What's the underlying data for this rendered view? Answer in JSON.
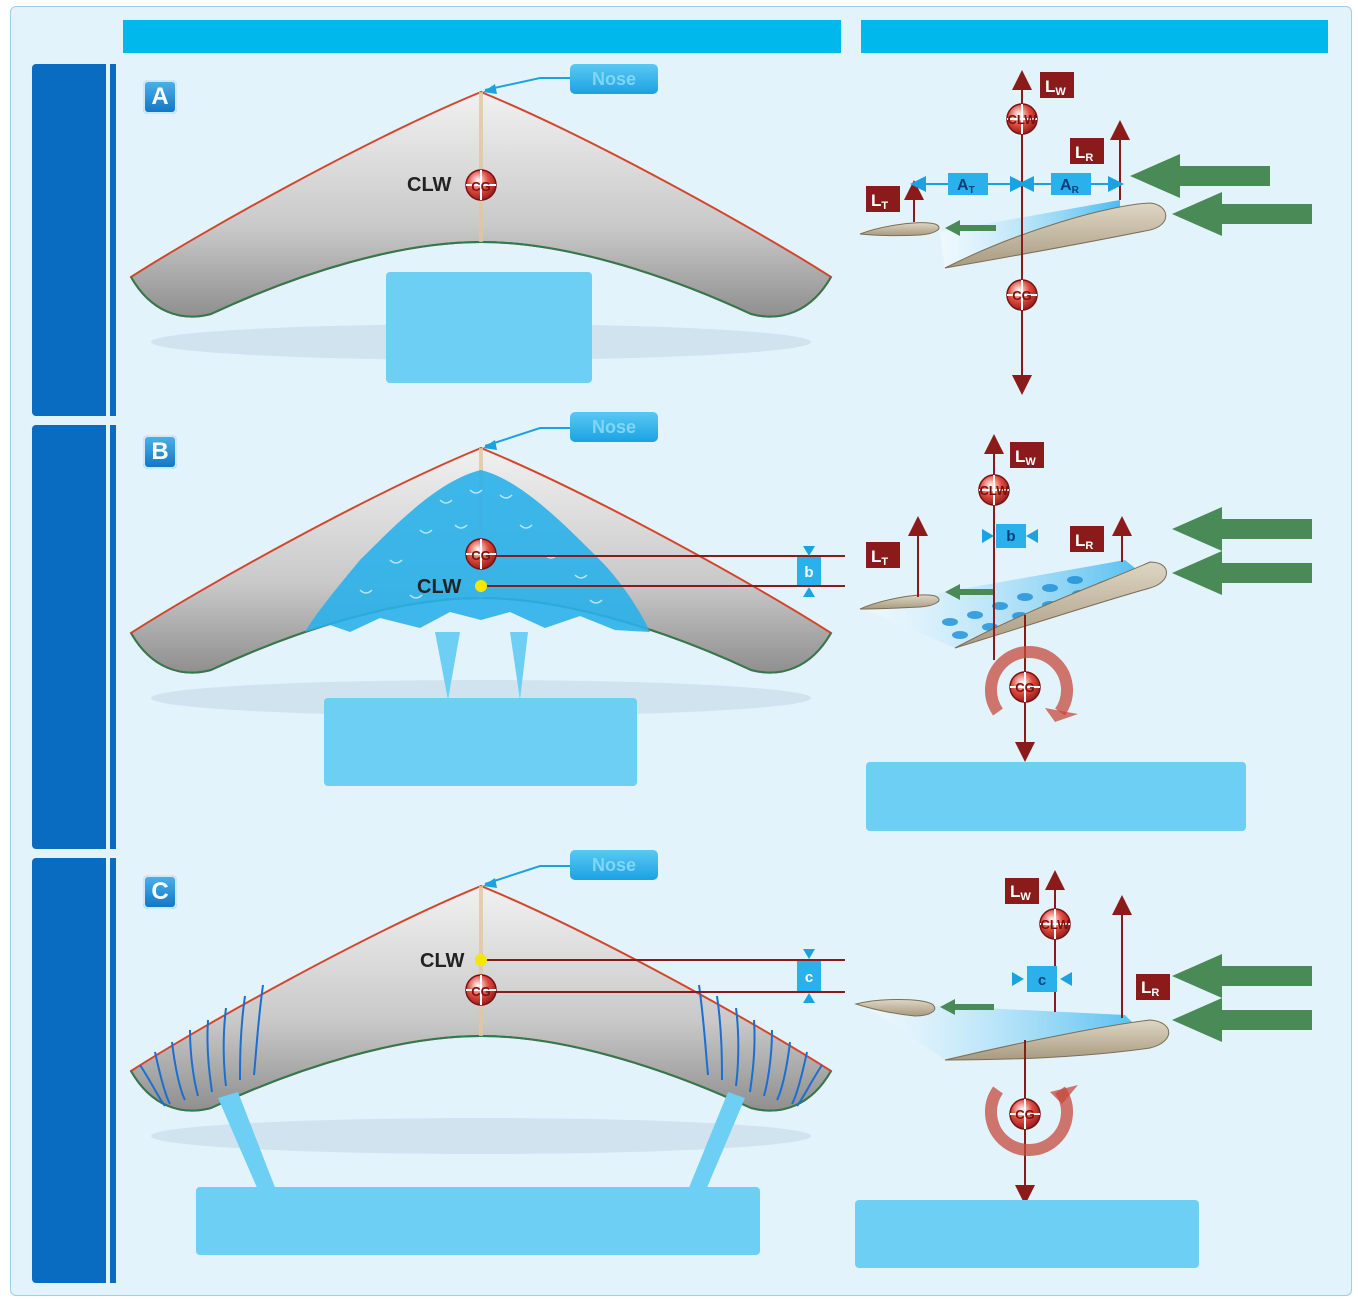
{
  "panels": [
    {
      "badge": "A",
      "nose": "Nose",
      "clw": "CLW",
      "cg": "CG",
      "offset": ""
    },
    {
      "badge": "B",
      "nose": "Nose",
      "clw": "CLW",
      "cg": "CG",
      "offset": "b"
    },
    {
      "badge": "C",
      "nose": "Nose",
      "clw": "CLW",
      "cg": "CG",
      "offset": "c"
    }
  ],
  "forces": {
    "lw": "L",
    "lw_sub": "W",
    "lt": "L",
    "lt_sub": "T",
    "lr": "L",
    "lr_sub": "R",
    "at": "A",
    "at_sub": "T",
    "ar": "A",
    "ar_sub": "R",
    "clw": "CLW",
    "cg": "CG",
    "b": "b",
    "c": "c"
  },
  "colors": {
    "header": "#00b8ec",
    "row_tab": "#0a6cc0",
    "force_red": "#8b1a1a",
    "airflow_green": "#4a8a57",
    "callout_box": "#6ecff5",
    "ice": "#2ab0ea"
  }
}
